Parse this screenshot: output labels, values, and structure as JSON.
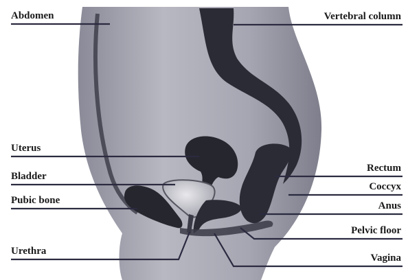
{
  "labels": {
    "abdomen": "Abdomen",
    "vertebral_column": "Vertebral column",
    "uterus": "Uterus",
    "bladder": "Bladder",
    "pubic_bone": "Pubic bone",
    "urethra": "Urethra",
    "rectum": "Rectum",
    "coccyx": "Coccyx",
    "anus": "Anus",
    "pelvic_floor": "Pelvic floor",
    "vagina": "Vagina"
  },
  "colors": {
    "background": "#ffffff",
    "body_fill": "#9a9aa8",
    "organ_fill": "#2a2a33",
    "leader_line": "#2a2a40",
    "bladder_fill": "#c8c8cc"
  }
}
